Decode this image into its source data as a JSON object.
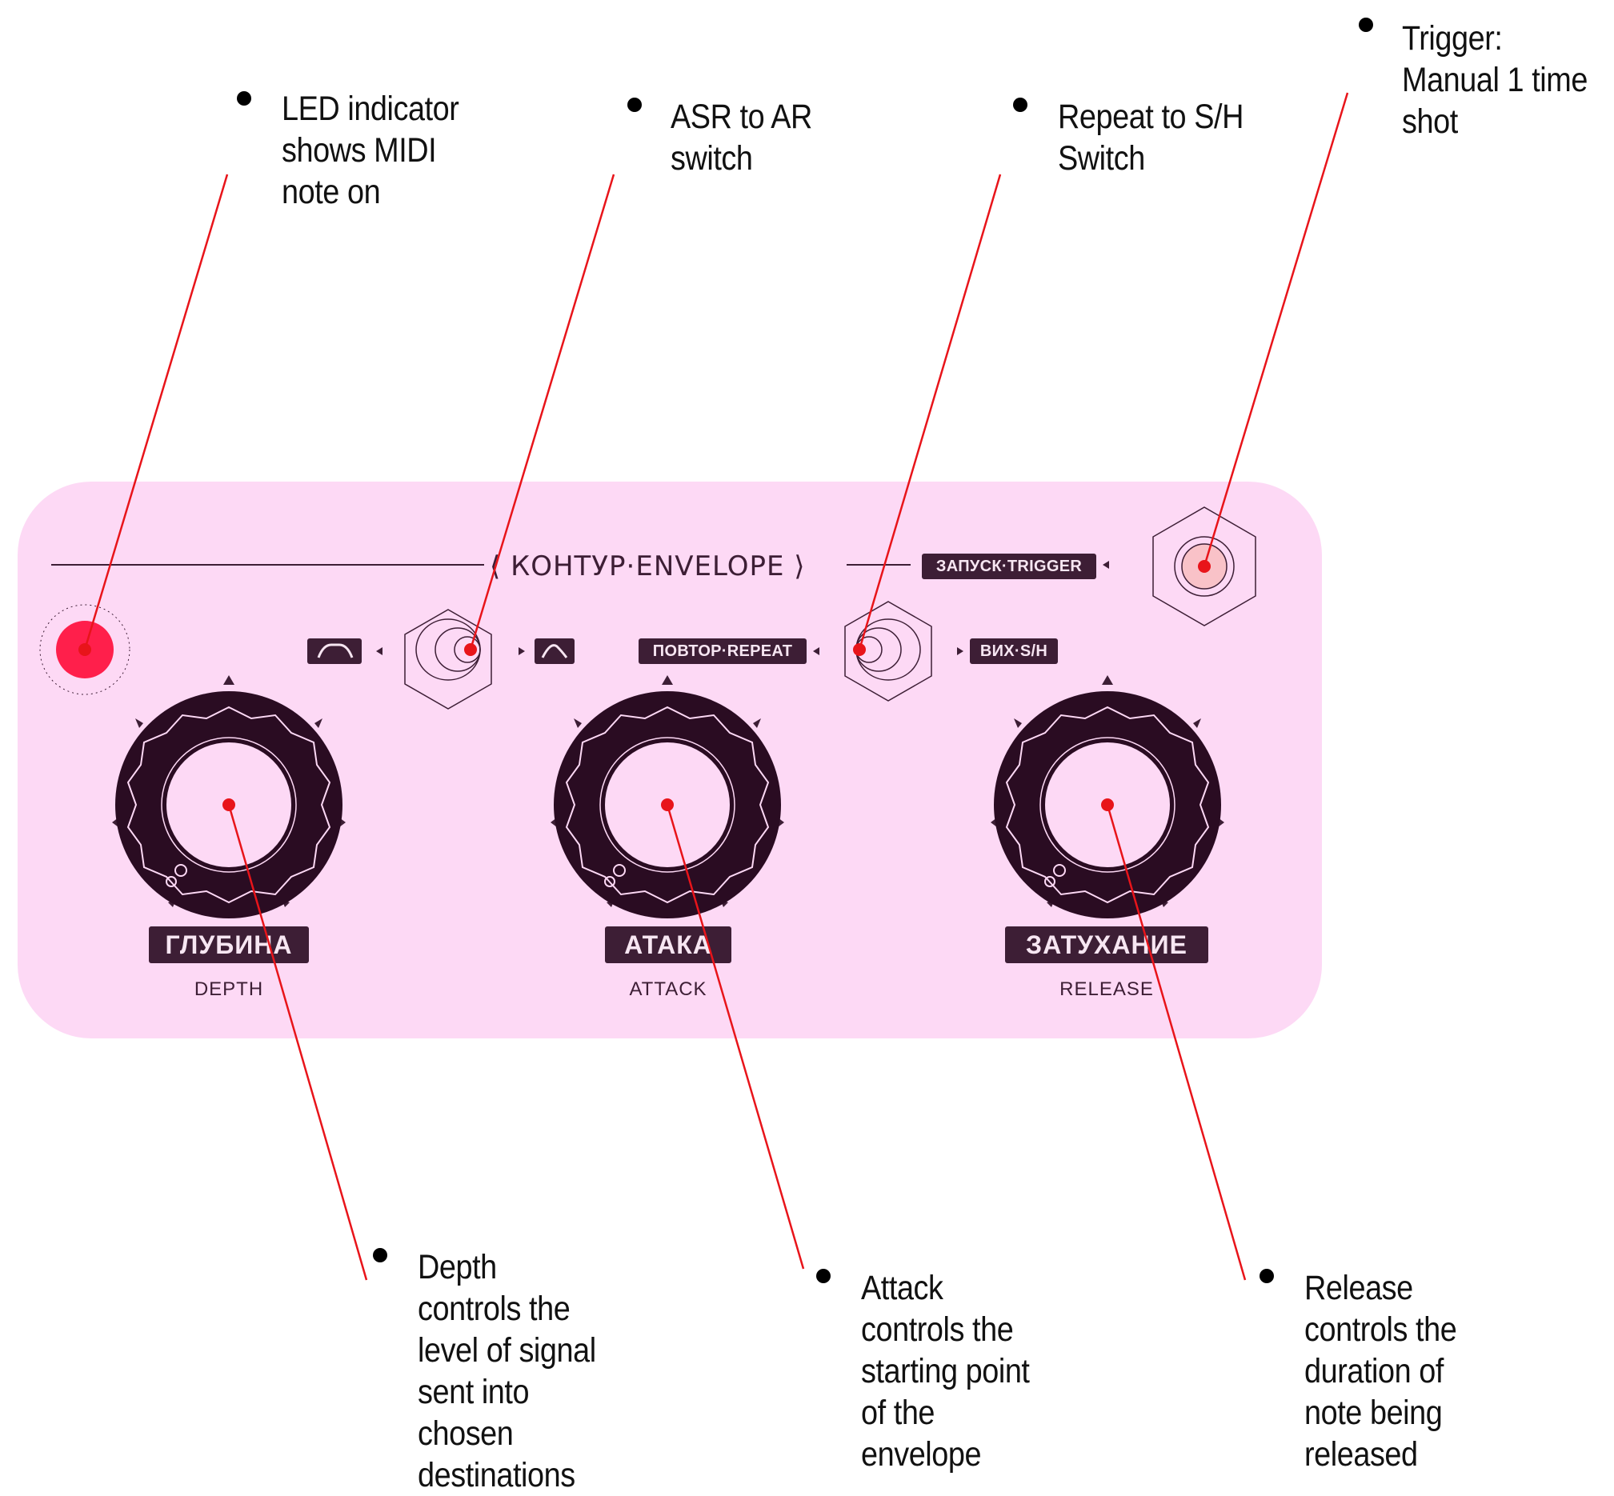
{
  "panel": {
    "title": "⟨ КОНТУР·ENVELOPE ⟩",
    "trigger_tag": "ЗАПУСК·TRIGGER",
    "repeat_tag": "ПОВТОР·REPEAT",
    "sh_tag": "ВИХ·S/H",
    "knobs": [
      {
        "tag": "ГЛУБИНА",
        "label": "DEPTH"
      },
      {
        "tag": "АТАКА",
        "label": "ATTACK"
      },
      {
        "tag": "ЗАТУХАНИЕ",
        "label": "RELEASE"
      }
    ],
    "colors": {
      "panel": "#fdd9f5",
      "dark": "#3d1e35",
      "knob": "#2a0c22",
      "led": "#ff1f4b",
      "leader": "#e8141a"
    }
  },
  "callouts": {
    "led": [
      "LED indicator",
      "shows MIDI",
      "note on"
    ],
    "asr": [
      "ASR to AR",
      "switch"
    ],
    "repeat": [
      "Repeat to S/H",
      "Switch"
    ],
    "trigger": [
      "Trigger:",
      "Manual 1 time",
      "shot"
    ],
    "depth": [
      "Depth",
      "controls the",
      "level of signal",
      "sent into",
      "chosen",
      "destinations"
    ],
    "attack": [
      "Attack",
      "controls the",
      "starting point",
      "of the",
      "envelope"
    ],
    "release": [
      "Release",
      "controls the",
      "duration of",
      "note being",
      "released"
    ]
  }
}
